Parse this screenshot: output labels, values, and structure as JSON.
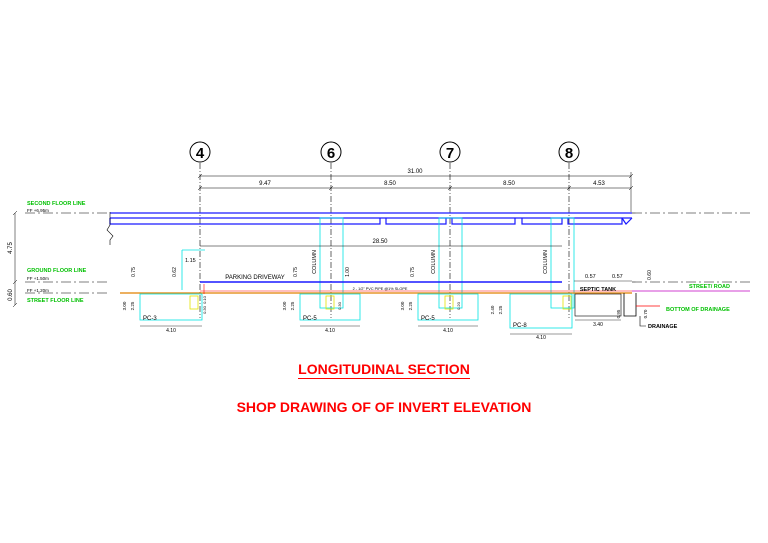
{
  "grid_bubbles": [
    "4",
    "6",
    "7",
    "8"
  ],
  "dimensions": {
    "overall": "31.00",
    "spans": [
      "9.47",
      "8.50",
      "8.50",
      "4.53"
    ],
    "inner": "28.50",
    "d115": "1.15",
    "d057a": "0.57",
    "d057b": "0.57",
    "d475": "4.75",
    "d060": "0.60",
    "d062": "0.62",
    "d075a": "0.75",
    "d075b": "0.75",
    "d075c": "0.75",
    "d100": "1.00",
    "d060b": "0.60",
    "pc_width": "4.10",
    "septic_width": "3.40",
    "depth_300": "3.00",
    "depth_225": "2.25",
    "depth_240": "2.40",
    "depth_225b": "2.25",
    "depth_010": "0.10",
    "depth_030": "0.30",
    "depth_020": "0.20",
    "depth_095": "0.95",
    "d_070": "0.70"
  },
  "labels": {
    "second_floor": "SECOND FLOOR LINE",
    "ground_floor": "GROUND FLOOR LINE",
    "street_floor": "STREET FLOOR LINE",
    "ff_small_a": "FF +6.95m",
    "ff_small_b": "FF +1.50m",
    "ff_small_c": "FF +1.20m",
    "parking": "PARKING DRIVEWAY",
    "column": "COLUMN",
    "pc3": "PC-3",
    "pc5a": "PC-5",
    "pc5b": "PC-5",
    "pc8": "PC-8",
    "septic": "SEPTIC TANK",
    "street_road": "STREET/ ROAD",
    "bottom_drainage": "BOTTOM OF DRAINAGE",
    "drainage": "DRAINAGE",
    "slope_note": "2 - 1/2\" PVC PIPE @1% SLOPE"
  },
  "titles": {
    "main": "LONGITUDINAL SECTION",
    "sub": "SHOP DRAWING OF  OF INVERT ELEVATION"
  },
  "colors": {
    "red": "#ff0000",
    "blue": "#1a1aff",
    "cyan": "#00e5e5",
    "green": "#00c000",
    "magenta": "#c000c0",
    "yellow": "#e5e500",
    "orange": "#e08000"
  }
}
